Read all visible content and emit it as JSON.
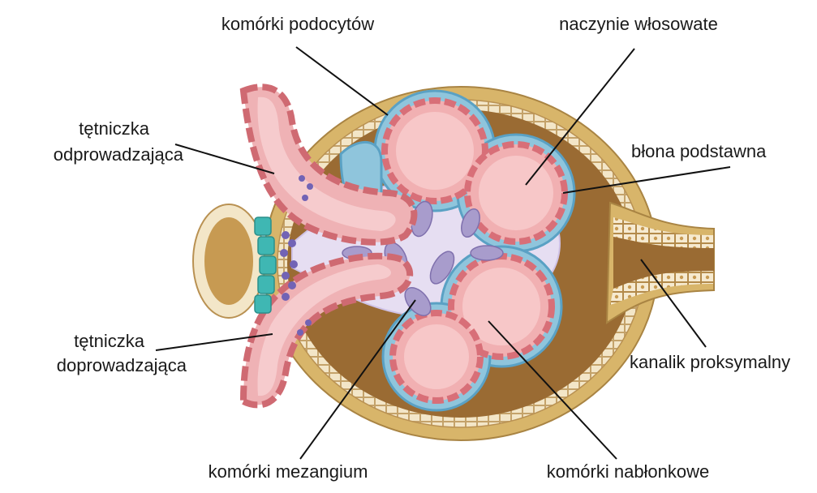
{
  "labels": {
    "podocyte_cells": "komórki podocytów",
    "capillary_vessel": "naczynie włosowate",
    "efferent_arteriole_line1": "tętniczka",
    "efferent_arteriole_line2": "odprowadzająca",
    "basement_membrane": "błona podstawna",
    "afferent_arteriole_line1": "tętniczka",
    "afferent_arteriole_line2": "doprowadzająca",
    "proximal_tubule": "kanalik proksymalny",
    "mesangial_cells": "komórki mezangium",
    "endothelial_cells": "komórki nabłonkowe"
  },
  "colors": {
    "capsule_outer": "#d8b56a",
    "capsule_space": "#9a6b33",
    "capsule_inner_light": "#f3e6c8",
    "podocyte_layer": "#8fc5dc",
    "podocyte_nucleus": "#3c7fa8",
    "capillary_fill": "#f1b0b2",
    "capillary_wall": "#d86f78",
    "endothelial_nucleus": "#b8323f",
    "mesangium_fill": "#e6def2",
    "mesangial_cell": "#a89ccc",
    "arteriole_fill": "#efb2b5",
    "arteriole_wall": "#cf6a72",
    "macula_cells": "#3fb7b3",
    "macula_nucleus": "#2b8f8b",
    "leader_line": "#111111"
  }
}
